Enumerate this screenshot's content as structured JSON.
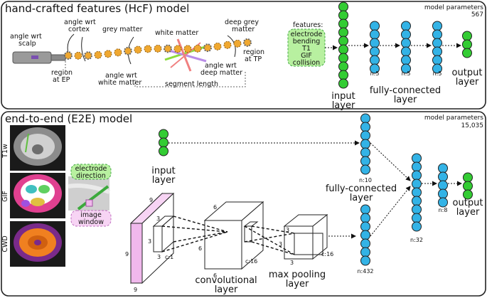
{
  "hcf": {
    "title": "hand-crafted features (HcF) model",
    "params_label": "model parameters",
    "params_value": "567",
    "anatomy": {
      "angle_scalp": [
        "angle wrt",
        "scalp"
      ],
      "angle_cortex": [
        "angle wrt",
        "cortex"
      ],
      "grey_matter": "grey matter",
      "white_matter": "white matter",
      "deep_grey": [
        "deep grey",
        "matter"
      ],
      "region_tp": [
        "region",
        "at TP"
      ],
      "region_ep": [
        "region",
        "at EP"
      ],
      "angle_white": [
        "angle wrt",
        "white matter"
      ],
      "angle_deep": [
        "angle wrt",
        "deep matter"
      ],
      "segment_length": "segment length"
    },
    "features_header": "features:",
    "features": [
      "electrode",
      "bending",
      "T1",
      "GIF",
      "collision"
    ],
    "input_label": [
      "input",
      "layer"
    ],
    "fc_label": [
      "fully-connected",
      "layer"
    ],
    "output_label": [
      "output",
      "layer"
    ],
    "layer_sizes": [
      "n:5",
      "n:5",
      "n:5"
    ]
  },
  "e2e": {
    "title": "end-to-end (E2E) model",
    "params_label": "model parameters",
    "params_value": "15,035",
    "side_labels": [
      "T1w",
      "GIF",
      "CWD"
    ],
    "electrode_direction": [
      "electrode",
      "direction"
    ],
    "image_window": [
      "image",
      "window"
    ],
    "input_label": [
      "input",
      "layer"
    ],
    "fc_label": [
      "fully-connected",
      "layer"
    ],
    "output_label": [
      "output",
      "layer"
    ],
    "conv_label": [
      "convolutional",
      "layer"
    ],
    "pool_label": [
      "max pooling",
      "layer"
    ],
    "dims": {
      "in_h": "9",
      "in_w": "9",
      "in_d": "9",
      "k1": "3",
      "k2": "3",
      "k3": "3",
      "c1": "c:1",
      "conv_a": "6",
      "conv_b": "6",
      "conv_c": "6",
      "c16a": "c:16",
      "pool_a": "3",
      "pool_b": "3",
      "pool_c": "3",
      "c16b": "c:16"
    },
    "layer_sizes": {
      "fc_top": "n:10",
      "fc_bottom": "n:432",
      "fc_mid": "n:32",
      "fc_last": "n:8"
    }
  },
  "colors": {
    "green": "#33cc33",
    "blue": "#33b3e6",
    "pink": "#f0b8ec",
    "feature_box": "#b8f0a0"
  }
}
